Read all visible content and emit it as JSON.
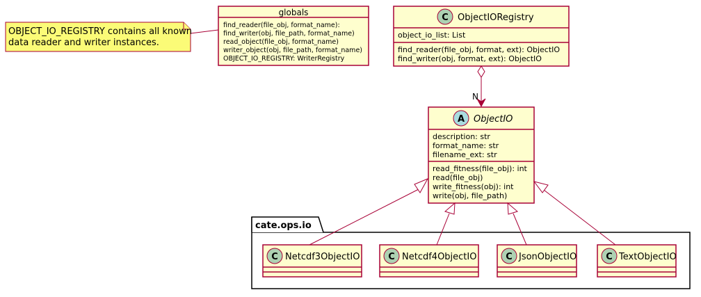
{
  "note": {
    "lines": [
      "OBJECT_IO_REGISTRY contains all known",
      "data reader and writer instances."
    ]
  },
  "globals": {
    "title": "globals",
    "lines": [
      "find_reader(file_obj, format_name):",
      "find_writer(obj, file_path, format_name)",
      "read_object(file_obj, format_name)",
      "writer_object(obj, file_path, format_name)",
      "OBJECT_IO_REGISTRY: WriterRegistry"
    ]
  },
  "registry": {
    "stereotype": "C",
    "name": "ObjectIORegistry",
    "fields": [
      "object_io_list: List"
    ],
    "methods": [
      "find_reader(file_obj, format, ext): ObjectIO",
      "find_writer(obj, format, ext): ObjectIO"
    ]
  },
  "multiplicity": "N",
  "objectio": {
    "stereotype": "A",
    "name": "ObjectIO",
    "fields": [
      "description: str",
      "format_name: str",
      "filename_ext: str"
    ],
    "methods": [
      "read_fitness(file_obj): int",
      "read(file_obj)",
      "write_fitness(obj): int",
      "write(obj, file_path)"
    ]
  },
  "package": {
    "name": "cate.ops.io"
  },
  "subclasses": [
    {
      "stereotype": "C",
      "name": "Netcdf3ObjectIO"
    },
    {
      "stereotype": "C",
      "name": "Netcdf4ObjectIO"
    },
    {
      "stereotype": "C",
      "name": "JsonObjectIO"
    },
    {
      "stereotype": "C",
      "name": "TextObjectIO"
    }
  ],
  "colors": {
    "class_fill": "#FEFECE",
    "border": "#A80036",
    "note_fill": "#FBFB77",
    "class_circle": "#ADD1B2",
    "abstract_circle": "#A9DCDF"
  }
}
